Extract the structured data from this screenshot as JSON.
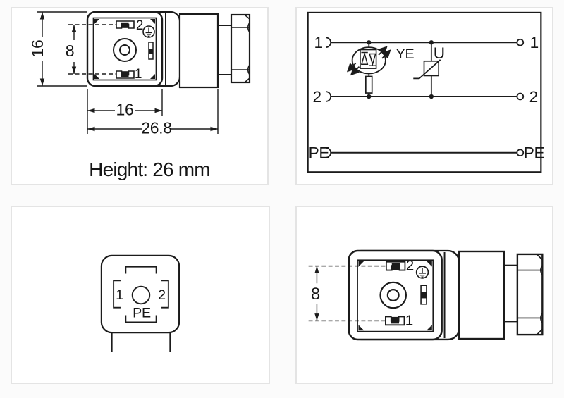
{
  "colors": {
    "line": "#1b1b1b",
    "panel_border": "#e4e4e4",
    "panel_background": "#ffffff",
    "page_background": "#fbfbfb"
  },
  "dimension_view": {
    "dim_height_overall": "16",
    "dim_contact_spacing": "8",
    "dim_width_face": "16",
    "dim_width_overall": "26.8",
    "terminal_top": "2",
    "terminal_bottom": "1",
    "height_note": "Height: 26 mm"
  },
  "circuit_view": {
    "left_terminals": [
      "1",
      "2",
      "PE"
    ],
    "right_terminals": [
      "1",
      "2",
      "PE"
    ],
    "led_label": "YE",
    "suppressor_label": "U"
  },
  "valve_face_view": {
    "pin_left": "1",
    "pin_right": "2",
    "pin_earth": "PE"
  },
  "contact_view": {
    "dim_contact_spacing": "8",
    "terminal_top": "2",
    "terminal_bottom": "1"
  }
}
